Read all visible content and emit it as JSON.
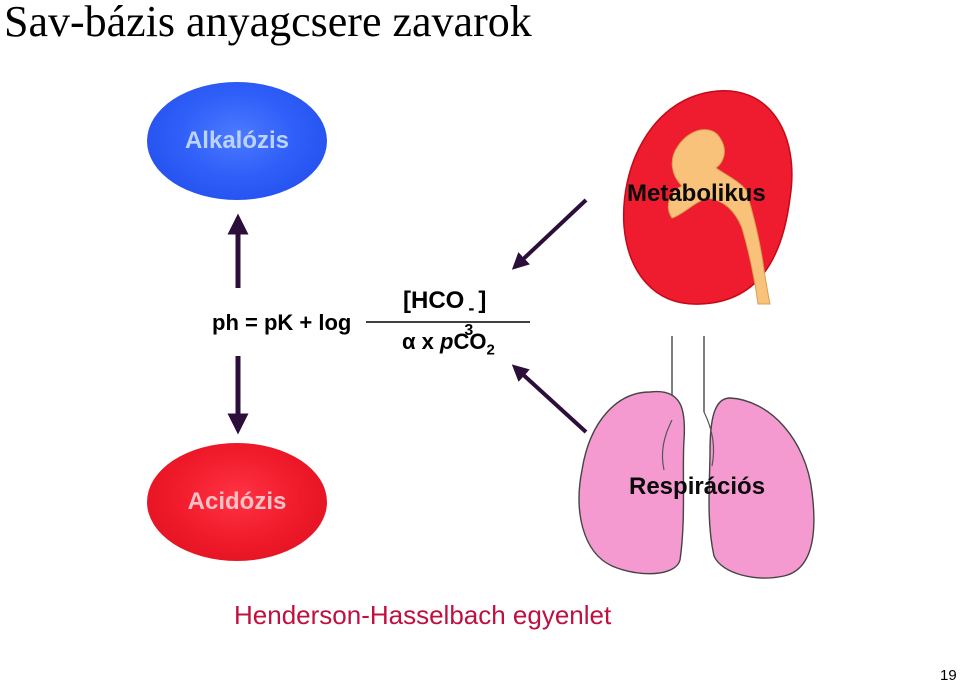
{
  "slide": {
    "title": "Sav-bázis anyagcsere zavarok",
    "page_number": "19"
  },
  "states": {
    "alkalosis": "Alkalózis",
    "acidosis": "Acidózis"
  },
  "equation": {
    "left": "ph = pK + log",
    "numerator_main": "[HCO",
    "numerator_sub": "3",
    "numerator_sup": "-",
    "numerator_close": "]",
    "denominator_prefix": "α x ",
    "denominator_italic": "p",
    "denominator_main": "CO",
    "denominator_sub": "2"
  },
  "organs": {
    "kidney_label": "Metabolikus",
    "lung_label": "Respirációs"
  },
  "caption": "Henderson-Hasselbach egyenlet",
  "colors": {
    "alkalosis_fill": "#2f5ff8",
    "acidosis_fill": "#f01a2a",
    "kidney": "#ee1c2e",
    "ureter": "#f9c27a",
    "lung": "#f59ad0",
    "arrow": "#2b0f3a",
    "caption": "#c01040"
  }
}
